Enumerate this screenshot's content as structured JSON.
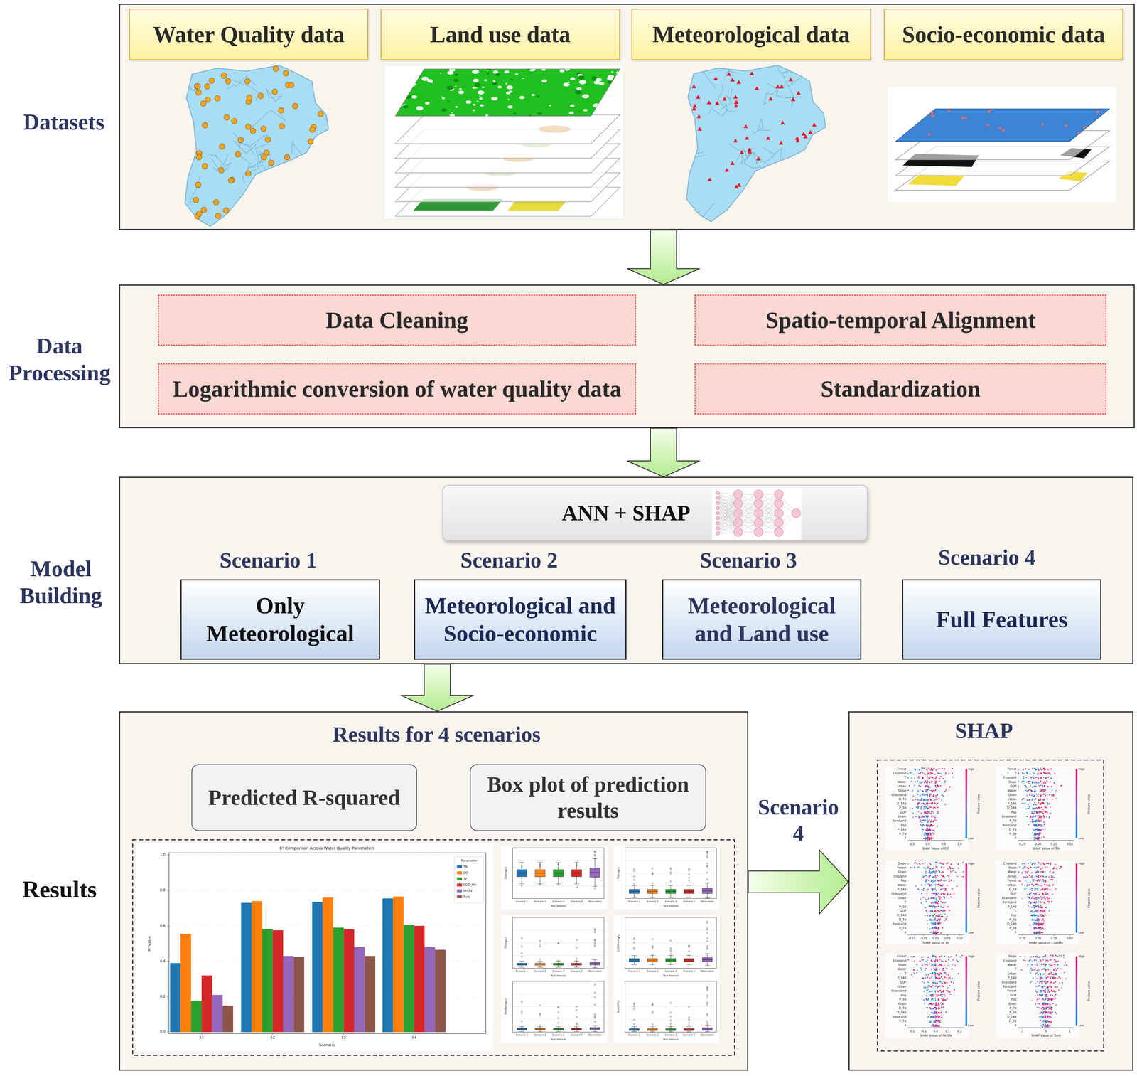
{
  "diagram": {
    "nodes": [
      {
        "text": [
          "Datasets"
        ]
      },
      {
        "text": [
          "Water Quality data"
        ],
        "in": 0
      },
      {
        "text": [
          "Land use data"
        ],
        "in": 0
      },
      {
        "text": [
          "Meteorological data"
        ],
        "in": 0
      },
      {
        "text": [
          "Socio-economic data"
        ],
        "in": 0
      },
      {
        "text": [
          "Data Processing"
        ]
      },
      {
        "text": [
          "Data Cleaning"
        ],
        "in": 5
      },
      {
        "text": [
          "Spatio-temporal Alignment"
        ],
        "in": 5
      },
      {
        "text": [
          "Logarithmic conversion of water quality data"
        ],
        "in": 5
      },
      {
        "text": [
          "Standardization"
        ],
        "in": 5
      },
      {
        "text": [
          "Model Building"
        ]
      },
      {
        "text": [
          "ANN + SHAP"
        ],
        "in": 10
      },
      {
        "text": [
          "Scenario 1",
          "Only Meteorological"
        ],
        "in": 10
      },
      {
        "text": [
          "Scenario 2",
          "Meteorological and Socio-economic"
        ],
        "in": 10
      },
      {
        "text": [
          "Scenario 3",
          "Meteorological and Land use"
        ],
        "in": 10
      },
      {
        "text": [
          "Scenario 4",
          "Full Features"
        ],
        "in": 10
      },
      {
        "text": [
          "Results",
          "Results for 4 scenarios"
        ]
      },
      {
        "text": [
          "Predicted R-squared"
        ],
        "in": 16
      },
      {
        "text": [
          "Box plot of prediction results"
        ],
        "in": 16
      },
      {
        "text": [
          "SHAP"
        ]
      }
    ],
    "edges": [
      {
        "from": 0,
        "to": 5,
        "arrow": "to"
      },
      {
        "from": 5,
        "to": 10,
        "arrow": "to"
      },
      {
        "from": 10,
        "to": 16,
        "arrow": "to"
      },
      {
        "from": 16,
        "to": 19,
        "arrow": "to",
        "label": "Scenario 4"
      }
    ],
    "labels": [
      "R² Comparison Across Water Quality Parameters",
      "R² Value",
      "0.0",
      "0.2",
      "0.4",
      "0.6",
      "0.8",
      "1.0",
      "S1",
      "S2",
      "S3",
      "S4",
      "Scenario",
      "Parameter",
      "DO(mg/L)",
      "Scenario 1",
      "Scenario 2",
      "Scenario 3",
      "Scenario 4",
      "Observation",
      "Test dataset",
      "TN(mg/L)",
      "Scenario 1",
      "Scenario 2",
      "Scenario 3",
      "Scenario 4",
      "Observation",
      "Test dataset",
      "TP(mg/L)",
      "Scenario 1",
      "Scenario 2",
      "Scenario 3",
      "Scenario 4",
      "Observation",
      "Test dataset",
      "CODMn(mg/L)",
      "Scenario 1",
      "Scenario 2",
      "Scenario 3",
      "Scenario 4",
      "Observation",
      "Test dataset",
      "NH3N(mg/L)",
      "Scenario 1",
      "Scenario 2",
      "Scenario 3",
      "Scenario 4",
      "Observation",
      "Test dataset",
      "Turb(NTU)",
      "Scenario 1",
      "Scenario 2",
      "Scenario 3",
      "Scenario 4",
      "Observation",
      "Test dataset",
      "Forest",
      "Cropland",
      "T",
      "Water",
      "Urban",
      "Slope",
      "Grassland",
      "D_7d",
      "D_14d",
      "P_3d",
      "GDP",
      "Grain",
      "BareLand",
      "Pop",
      "P_14d",
      "P_7d",
      "P",
      "-0.5",
      "0.0",
      "0.5",
      "1.0",
      "SHAP Value of DO",
      "High",
      "Low",
      "Feature value",
      "Forest",
      "T",
      "Cropland",
      "Slope",
      "GDP",
      "Water",
      "Grain",
      "Urban",
      "P_14d",
      "D_14d",
      "Pop",
      "Grassland",
      "P_7d",
      "BareLand",
      "D_7d",
      "P_3d",
      "P",
      "-0.25",
      "0.00",
      "0.25",
      "0.50",
      "SHAP Value of TN",
      "High",
      "Low",
      "Feature value",
      "Slope",
      "Forest",
      "Grain",
      "Cropland",
      "Pop",
      "Water",
      "P_14d",
      "Grassland",
      "Urban",
      "T",
      "P_3d",
      "GDP",
      "D_14d",
      "D_7d",
      "BareLand",
      "P_7d",
      "P",
      "-0.10",
      "-0.05",
      "0.00",
      "0.05",
      "0.10",
      "SHAP Value of TP",
      "High",
      "Low",
      "Feature value",
      "Cropland",
      "Slope",
      "Water",
      "Grain",
      "Forest",
      "Urban",
      "D_7d",
      "GDP",
      "Grassland",
      "BareLand",
      "P_14d",
      "T",
      "Pop",
      "P_3d",
      "D_14d",
      "P_7d",
      "P",
      "-0.25",
      "0.00",
      "0.25",
      "0.50",
      "SHAP Value of CODMn",
      "High",
      "Low",
      "Feature value",
      "Forest",
      "Cropland",
      "Slope",
      "Water",
      "T",
      "P_14d",
      "GDP",
      "Urban",
      "Grassland",
      "Pop",
      "P_3d",
      "Grain",
      "D_7d",
      "D_14d",
      "BareLand",
      "P_7d",
      "P",
      "-0.2",
      "-0.1",
      "0.0",
      "0.1",
      "0.2",
      "SHAP Value of NH3N",
      "High",
      "Low",
      "Feature value",
      "Slope",
      "Cropland",
      "Water",
      "T",
      "Urban",
      "P_14d",
      "Grassland",
      "BareLand",
      "Forest",
      "GDP",
      "Pop",
      "Grain",
      "P_7d",
      "P_3d",
      "D_14d",
      "D_7d",
      "P",
      "-1",
      "0",
      "1",
      "SHAP Value of Turb",
      "High",
      "Low",
      "Feature value"
    ],
    "legend": [
      {
        "text": "TN",
        "color": "#1f77b4"
      },
      {
        "text": "DO",
        "color": "#ff7f0e"
      },
      {
        "text": "TP",
        "color": "#2ca02c"
      },
      {
        "text": "COD_Mn",
        "color": "#d62728"
      },
      {
        "text": "NH3N",
        "color": "#9467bd"
      },
      {
        "text": "Turb",
        "color": "#8c564b"
      }
    ]
  }
}
